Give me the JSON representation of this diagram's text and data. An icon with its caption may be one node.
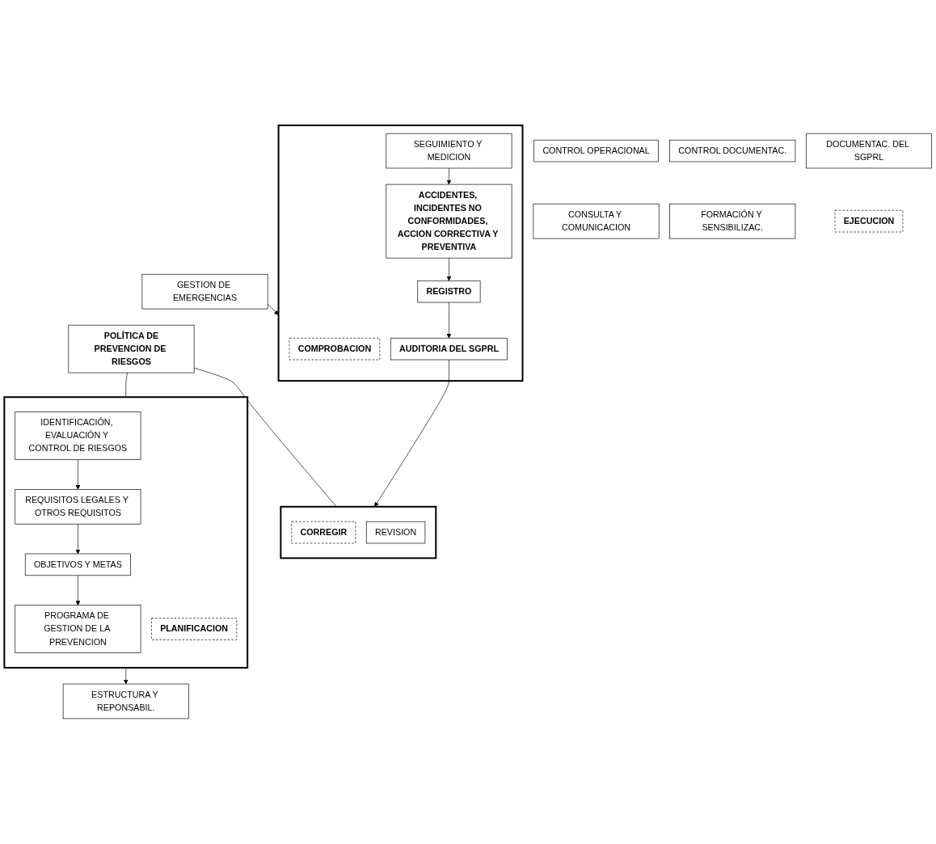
{
  "diagram": {
    "nodes": [
      {
        "text": [
          "POLÍTICA DE",
          "PREVENCION DE RIESGOS"
        ]
      },
      {
        "text": [],
        "shape": "box"
      },
      {
        "text": [
          "CORREGIR"
        ],
        "in": 1
      },
      {
        "text": [
          "REVISION"
        ],
        "in": 1
      },
      {
        "text": [],
        "shape": "box"
      },
      {
        "text": [
          "COMPROBACION"
        ],
        "in": 4
      },
      {
        "text": [
          "AUDITORIA DEL SGPRL"
        ],
        "in": 4
      },
      {
        "text": [
          "REGISTRO"
        ],
        "in": 4
      },
      {
        "text": [
          "ACCIDENTES, INCIDENTES NO CONFORMIDADES, ACCION CORRECTIVA Y PREVENTIVA"
        ],
        "in": 4
      },
      {
        "text": [
          "SEGUIMIENTO Y MEDICION"
        ],
        "in": 4
      },
      {
        "text": [],
        "shape": "box"
      },
      {
        "text": [
          "IDENTIFICACIÓN, EVALUACIÓN Y CONTROL DE RIESGOS"
        ],
        "in": 10
      },
      {
        "text": [
          "REQUISITOS LEGALES Y OTROS REQUISITOS"
        ],
        "in": 10
      },
      {
        "text": [
          "OBJETIVOS Y METAS"
        ],
        "in": 10
      },
      {
        "text": [
          "PROGRAMA DE GESTION DE LA PREVENCION"
        ],
        "in": 10
      },
      {
        "text": [
          "PLANIFICACION"
        ],
        "in": 10
      },
      {
        "text": [
          "GESTION DE EMERGENCIAS"
        ]
      },
      {
        "text": [
          "ESTRUCTURA Y REPONSABIL."
        ]
      },
      {
        "text": [
          "CONTROL OPERACIONAL"
        ]
      },
      {
        "text": [
          "CONTROL DOCUMENTAC."
        ]
      },
      {
        "text": [
          "DOCUMENTAC. DEL SGPRL"
        ]
      },
      {
        "text": [
          "CONSULTA Y COMUNICACION"
        ]
      },
      {
        "text": [
          "FORMACIÓN Y SENSIBILIZAC."
        ]
      },
      {
        "text": [
          "EJECUCION"
        ]
      }
    ],
    "edges": [
      {
        "from": 0,
        "to": 1,
        "arrow": "none"
      },
      {
        "from": 0,
        "to": 10,
        "arrow": "none"
      },
      {
        "from": 6,
        "to": 1,
        "arrow": "to"
      },
      {
        "from": 7,
        "to": 6,
        "arrow": "to"
      },
      {
        "from": 8,
        "to": 7,
        "arrow": "to"
      },
      {
        "from": 9,
        "to": 8,
        "arrow": "to"
      },
      {
        "from": 11,
        "to": 12,
        "arrow": "to"
      },
      {
        "from": 12,
        "to": 13,
        "arrow": "to"
      },
      {
        "from": 13,
        "to": 14,
        "arrow": "to"
      },
      {
        "from": 16,
        "to": 4,
        "arrow": "to"
      },
      {
        "from": 10,
        "to": 17,
        "arrow": "to"
      }
    ]
  }
}
